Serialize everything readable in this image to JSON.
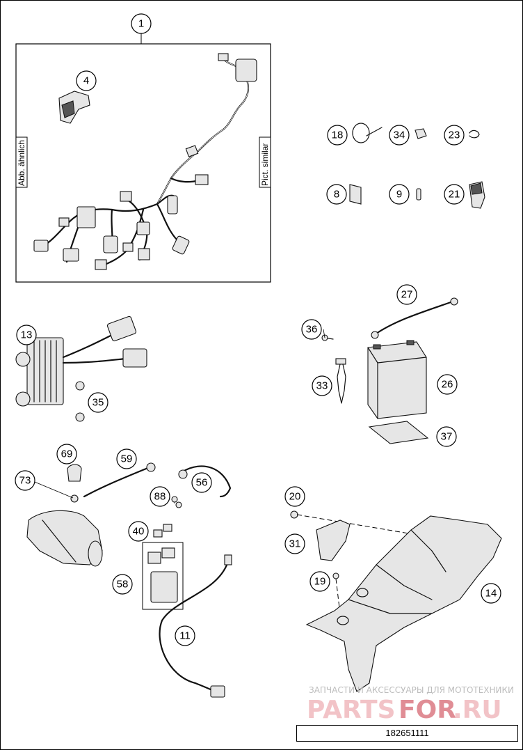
{
  "callouts": [
    {
      "id": "c1",
      "label": "1"
    },
    {
      "id": "c4",
      "label": "4"
    },
    {
      "id": "c18",
      "label": "18"
    },
    {
      "id": "c34",
      "label": "34"
    },
    {
      "id": "c23",
      "label": "23"
    },
    {
      "id": "c8",
      "label": "8"
    },
    {
      "id": "c9",
      "label": "9"
    },
    {
      "id": "c21",
      "label": "21"
    },
    {
      "id": "c27",
      "label": "27"
    },
    {
      "id": "c13",
      "label": "13"
    },
    {
      "id": "c35",
      "label": "35"
    },
    {
      "id": "c36",
      "label": "36"
    },
    {
      "id": "c33",
      "label": "33"
    },
    {
      "id": "c26",
      "label": "26"
    },
    {
      "id": "c37",
      "label": "37"
    },
    {
      "id": "c69",
      "label": "69"
    },
    {
      "id": "c59",
      "label": "59"
    },
    {
      "id": "c73",
      "label": "73"
    },
    {
      "id": "c56",
      "label": "56"
    },
    {
      "id": "c88",
      "label": "88"
    },
    {
      "id": "c40",
      "label": "40"
    },
    {
      "id": "c58",
      "label": "58"
    },
    {
      "id": "c11",
      "label": "11"
    },
    {
      "id": "c20",
      "label": "20"
    },
    {
      "id": "c31",
      "label": "31"
    },
    {
      "id": "c19",
      "label": "19"
    },
    {
      "id": "c14",
      "label": "14"
    }
  ],
  "harness_box": {
    "left_label": "Abb. ähnlich",
    "right_label": "Pict. similar"
  },
  "watermark": {
    "top_text": "ЗАПЧАСТИ И АКСЕССУАРЫ ДЛЯ МОТОТЕХНИКИ",
    "brand_part1": "PARTS",
    "brand_part2": "FOR",
    "brand_part3": ".RU"
  },
  "document_number": "182651111"
}
